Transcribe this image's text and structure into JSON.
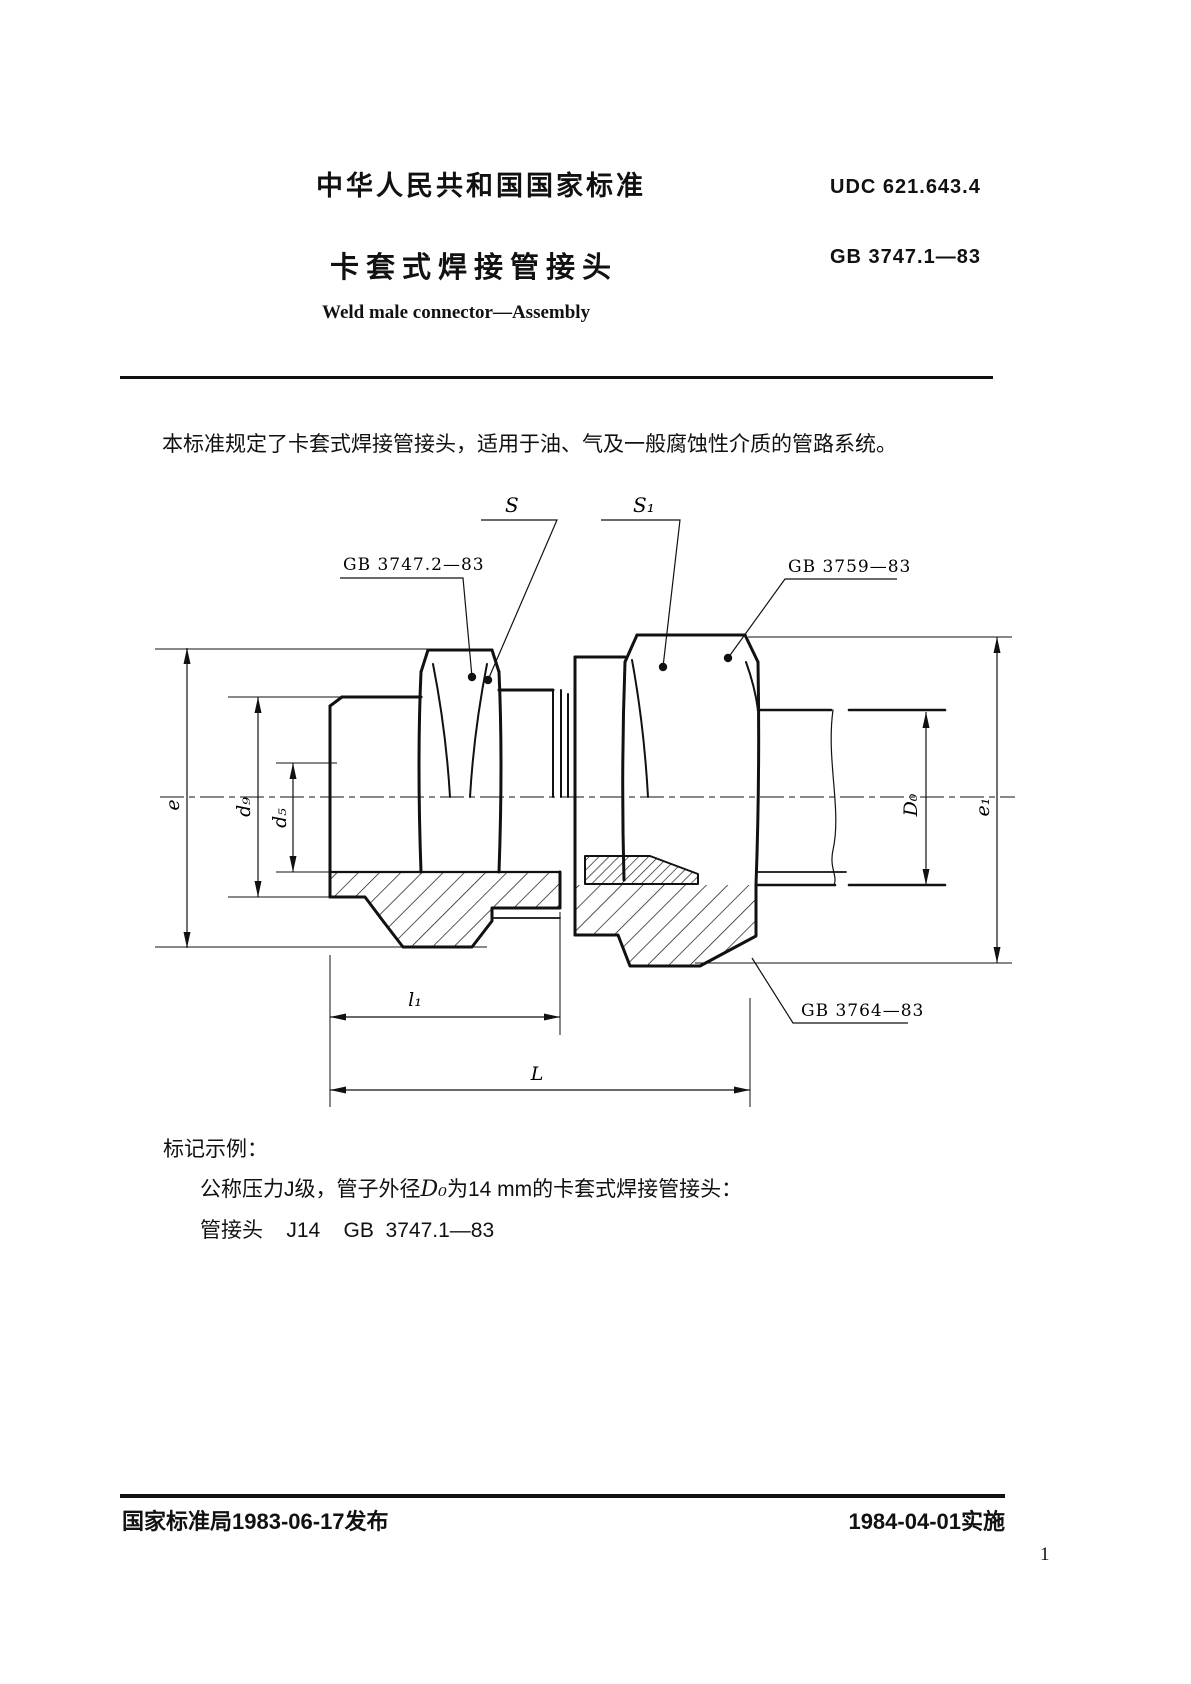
{
  "header": {
    "org_title": "中华人民共和国国家标准",
    "udc": "UDC  621.643.4",
    "title": "卡套式焊接管接头",
    "standard_no": "GB  3747.1—83",
    "title_en": "Weld  male  connector—Assembly"
  },
  "intro": "本标准规定了卡套式焊接管接头，适用于油、气及一般腐蚀性介质的管路系统。",
  "figure": {
    "labels": {
      "s": "S",
      "s1": "S₁",
      "gb_body": "GB 3747.2—83",
      "gb_nut": "GB 3759—83",
      "gb_ferrule": "GB 3764—83",
      "dim_e": "e",
      "dim_d9": "d₉",
      "dim_d5": "d₅",
      "dim_D0": "D₀",
      "dim_e1": "e₁",
      "dim_l1": "l₁",
      "dim_L": "L"
    }
  },
  "example": {
    "heading": "标记示例：",
    "line1_pre": "公称压力J级，管子外径",
    "line1_d0": "D₀",
    "line1_post": "为14 mm的卡套式焊接管接头：",
    "line2": "管接头    J14    GB  3747.1—83"
  },
  "footer": {
    "issued": "国家标准局1983-06-17发布",
    "implemented": "1984-04-01实施",
    "page_number": "1"
  }
}
